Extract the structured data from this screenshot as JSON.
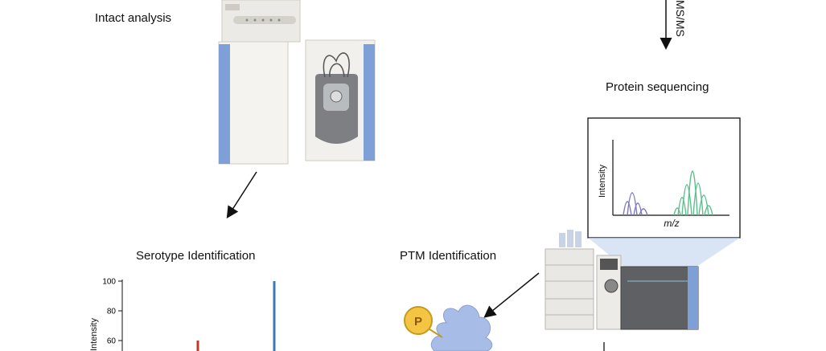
{
  "labels": {
    "intact": "Intact analysis",
    "msms": "MS/MS",
    "sequencing": "Protein sequencing",
    "serotype": "Serotype Identification",
    "ptm": "PTM Identification",
    "phospho": "P"
  },
  "spectrum": {
    "ylabel": "Intensity",
    "xlabel": "m/z"
  },
  "serotype_chart": {
    "ylabel": "Intensity",
    "ticks": [
      "100",
      "80",
      "60"
    ],
    "bars": [
      {
        "value": 60,
        "color": "#c0392b"
      },
      {
        "value": 100,
        "color": "#3a7ab8"
      }
    ]
  },
  "colors": {
    "instrument_blue": "#7ea0d6",
    "peak_purple": "#7d78c6",
    "peak_green": "#5bbf8c",
    "protein": "#a8bce8",
    "phospho": "#f4c542"
  }
}
